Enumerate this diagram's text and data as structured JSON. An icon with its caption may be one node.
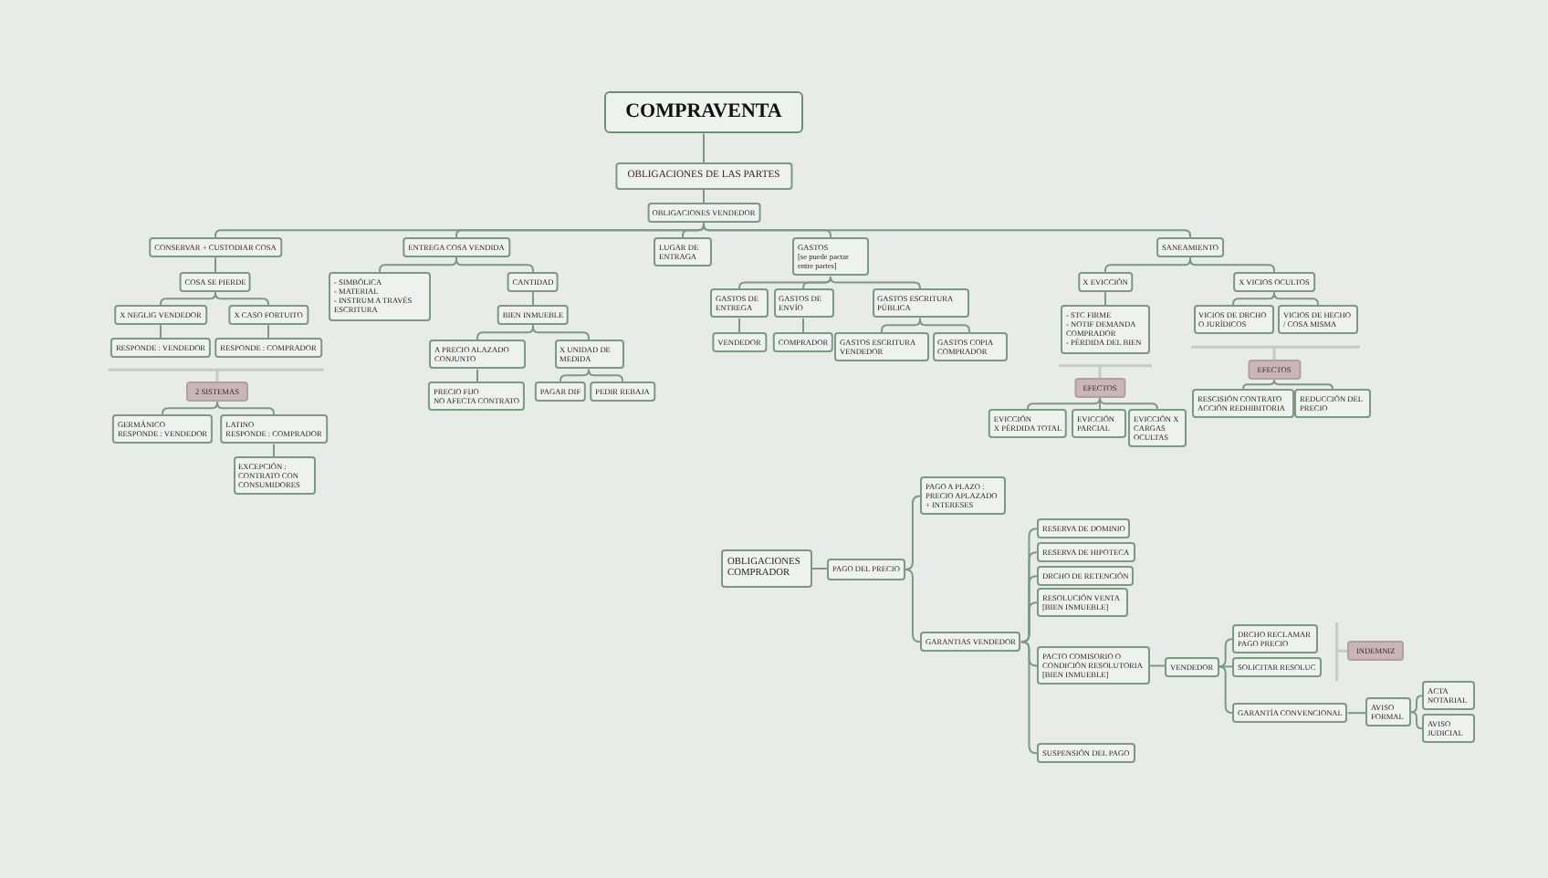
{
  "diagram": {
    "nodes": [
      {
        "text": [
          "COMPRAVENTA"
        ]
      },
      {
        "text": [
          "OBLIGACIONES DE LAS PARTES"
        ]
      },
      {
        "text": [
          "OBLIGACIONES VENDEDOR"
        ]
      },
      {
        "text": [
          "CONSERVAR + CUSTODIAR COSA"
        ]
      },
      {
        "text": [
          "ENTREGA COSA VENDIDA"
        ]
      },
      {
        "text": [
          "LUGAR DE ENTRAGA"
        ]
      },
      {
        "text": [
          "GASTOS",
          "[se puede pactar entre partes]"
        ]
      },
      {
        "text": [
          "SANEAMIENTO"
        ]
      },
      {
        "text": [
          "COSA SE PIERDE"
        ]
      },
      {
        "text": [
          "X NEGLIG VENDEDOR"
        ]
      },
      {
        "text": [
          "X CASO FORTUITO"
        ]
      },
      {
        "text": [
          "RESPONDE : VENDEDOR"
        ]
      },
      {
        "text": [
          "RESPONDE : COMPRADOR"
        ]
      },
      {
        "text": [
          "2 SISTEMAS"
        ]
      },
      {
        "text": [
          "GERMÁNICO",
          "RESPONDE : VENDEDOR"
        ]
      },
      {
        "text": [
          "LATINO",
          "RESPONDE : COMPRADOR"
        ]
      },
      {
        "text": [
          "EXCEPCIÓN : CONTRATO CON CONSUMIDORES"
        ]
      },
      {
        "text": [
          "- SIMBÓLICA",
          "- MATERIAL",
          "- INSTRUM A TRAVÉS ESCRITURA"
        ]
      },
      {
        "text": [
          "CANTIDAD"
        ]
      },
      {
        "text": [
          "BIEN INMUEBLE"
        ]
      },
      {
        "text": [
          "A PRECIO ALAZADO CONJUNTO"
        ]
      },
      {
        "text": [
          "X UNIDAD DE MEDIDA"
        ]
      },
      {
        "text": [
          "PRECIO FIJO",
          "NO AFECTA CONTRATO"
        ]
      },
      {
        "text": [
          "PAGAR DIF"
        ]
      },
      {
        "text": [
          "PEDIR REBAJA"
        ]
      },
      {
        "text": [
          "GASTOS DE ENTREGA"
        ]
      },
      {
        "text": [
          "GASTOS DE ENVÍO"
        ]
      },
      {
        "text": [
          "GASTOS ESCRITURA PÚBLICA"
        ]
      },
      {
        "text": [
          "VENDEDOR"
        ]
      },
      {
        "text": [
          "COMPRADOR"
        ]
      },
      {
        "text": [
          "GASTOS ESCRITURA VENDEDOR"
        ]
      },
      {
        "text": [
          "GASTOS COPIA COMPRADOR"
        ]
      },
      {
        "text": [
          "X EVICCIÓN"
        ]
      },
      {
        "text": [
          "X VICIOS OCULTOS"
        ]
      },
      {
        "text": [
          "- STC FIRME",
          "- NOTIF DEMANDA COMPRADOR",
          "- PÉRDIDA DEL BIEN"
        ]
      },
      {
        "text": [
          "VICIOS DE DRCHO O JURÍDICOS"
        ]
      },
      {
        "text": [
          "VICIOS DE HECHO / COSA MISMA"
        ]
      },
      {
        "text": [
          "EFECTOS"
        ]
      },
      {
        "text": [
          "EVICCIÓN",
          "X PÉRDIDA TOTAL"
        ]
      },
      {
        "text": [
          "EVICCIÓN PARCIAL"
        ]
      },
      {
        "text": [
          "EVICCIÓN X CARGAS OCULTAS"
        ]
      },
      {
        "text": [
          "EFECTOS"
        ]
      },
      {
        "text": [
          "RESCISIÓN CONTRATO ACCIÓN REDHIBITORIA"
        ]
      },
      {
        "text": [
          "REDUCCIÓN DEL PRECIO"
        ]
      },
      {
        "text": [
          "OBLIGACIONES COMPRADOR"
        ]
      },
      {
        "text": [
          "PAGO DEL PRECIO"
        ]
      },
      {
        "text": [
          "PAGO A PLAZO : PRECIO APLAZADO + INTERESES"
        ]
      },
      {
        "text": [
          "GARANTIAS VENDEDOR"
        ]
      },
      {
        "text": [
          "RESERVA DE DOMINIO"
        ]
      },
      {
        "text": [
          "RESERVA DE HIPOTECA"
        ]
      },
      {
        "text": [
          "DRCHO DE RETENCIÓN"
        ]
      },
      {
        "text": [
          "RESOLUCIÓN VENTA [BIEN INMUEBLE]"
        ]
      },
      {
        "text": [
          "PACTO COMISORIO O CONDICIÓN RESOLUTORIA [BIEN INMUEBLE]"
        ]
      },
      {
        "text": [
          "SUSPENSIÓN DEL PAGO"
        ]
      },
      {
        "text": [
          "VENDEDOR"
        ]
      },
      {
        "text": [
          "DRCHO RECLAMAR PAGO PRECIO"
        ]
      },
      {
        "text": [
          "SOLICITAR RESOLUC"
        ]
      },
      {
        "text": [
          "INDEMNIZ"
        ]
      },
      {
        "text": [
          "GARANTÍA CONVENCIONAL"
        ]
      },
      {
        "text": [
          "AVISO FORMAL"
        ]
      },
      {
        "text": [
          "ACTA NOTARIAL"
        ]
      },
      {
        "text": [
          "AVISO JUDICIAL"
        ]
      }
    ],
    "edges": [
      {
        "from": 0,
        "to": 1,
        "arrow": "none"
      },
      {
        "from": 1,
        "to": 2,
        "arrow": "none"
      },
      {
        "from": 2,
        "to": 3,
        "arrow": "none"
      },
      {
        "from": 2,
        "to": 4,
        "arrow": "none"
      },
      {
        "from": 2,
        "to": 5,
        "arrow": "none"
      },
      {
        "from": 2,
        "to": 6,
        "arrow": "none"
      },
      {
        "from": 2,
        "to": 7,
        "arrow": "none"
      },
      {
        "from": 3,
        "to": 8,
        "arrow": "none"
      },
      {
        "from": 8,
        "to": 9,
        "arrow": "none"
      },
      {
        "from": 8,
        "to": 10,
        "arrow": "none"
      },
      {
        "from": 9,
        "to": 11,
        "arrow": "none"
      },
      {
        "from": 10,
        "to": 12,
        "arrow": "none"
      },
      {
        "from": 13,
        "to": 14,
        "arrow": "none"
      },
      {
        "from": 13,
        "to": 15,
        "arrow": "none"
      },
      {
        "from": 15,
        "to": 16,
        "arrow": "none"
      },
      {
        "from": 4,
        "to": 17,
        "arrow": "none"
      },
      {
        "from": 4,
        "to": 18,
        "arrow": "none"
      },
      {
        "from": 18,
        "to": 19,
        "arrow": "none"
      },
      {
        "from": 19,
        "to": 20,
        "arrow": "none"
      },
      {
        "from": 19,
        "to": 21,
        "arrow": "none"
      },
      {
        "from": 20,
        "to": 22,
        "arrow": "none"
      },
      {
        "from": 21,
        "to": 23,
        "arrow": "none"
      },
      {
        "from": 21,
        "to": 24,
        "arrow": "none"
      },
      {
        "from": 6,
        "to": 25,
        "arrow": "none"
      },
      {
        "from": 6,
        "to": 26,
        "arrow": "none"
      },
      {
        "from": 6,
        "to": 27,
        "arrow": "none"
      },
      {
        "from": 25,
        "to": 28,
        "arrow": "none"
      },
      {
        "from": 26,
        "to": 29,
        "arrow": "none"
      },
      {
        "from": 27,
        "to": 30,
        "arrow": "none"
      },
      {
        "from": 27,
        "to": 31,
        "arrow": "none"
      },
      {
        "from": 7,
        "to": 32,
        "arrow": "none"
      },
      {
        "from": 7,
        "to": 33,
        "arrow": "none"
      },
      {
        "from": 32,
        "to": 34,
        "arrow": "none"
      },
      {
        "from": 33,
        "to": 35,
        "arrow": "none"
      },
      {
        "from": 33,
        "to": 36,
        "arrow": "none"
      },
      {
        "from": 37,
        "to": 38,
        "arrow": "none"
      },
      {
        "from": 37,
        "to": 39,
        "arrow": "none"
      },
      {
        "from": 37,
        "to": 40,
        "arrow": "none"
      },
      {
        "from": 41,
        "to": 42,
        "arrow": "none"
      },
      {
        "from": 41,
        "to": 43,
        "arrow": "none"
      },
      {
        "from": 44,
        "to": 45,
        "arrow": "none"
      },
      {
        "from": 45,
        "to": 46,
        "arrow": "none"
      },
      {
        "from": 45,
        "to": 47,
        "arrow": "none"
      },
      {
        "from": 47,
        "to": 48,
        "arrow": "none"
      },
      {
        "from": 47,
        "to": 49,
        "arrow": "none"
      },
      {
        "from": 47,
        "to": 50,
        "arrow": "none"
      },
      {
        "from": 47,
        "to": 51,
        "arrow": "none"
      },
      {
        "from": 47,
        "to": 52,
        "arrow": "none"
      },
      {
        "from": 47,
        "to": 53,
        "arrow": "none"
      },
      {
        "from": 52,
        "to": 54,
        "arrow": "none"
      },
      {
        "from": 54,
        "to": 55,
        "arrow": "none"
      },
      {
        "from": 54,
        "to": 56,
        "arrow": "none"
      },
      {
        "from": 54,
        "to": 58,
        "arrow": "none"
      },
      {
        "from": 58,
        "to": 59,
        "arrow": "none"
      },
      {
        "from": 59,
        "to": 60,
        "arrow": "none"
      },
      {
        "from": 59,
        "to": 61,
        "arrow": "none"
      }
    ]
  }
}
